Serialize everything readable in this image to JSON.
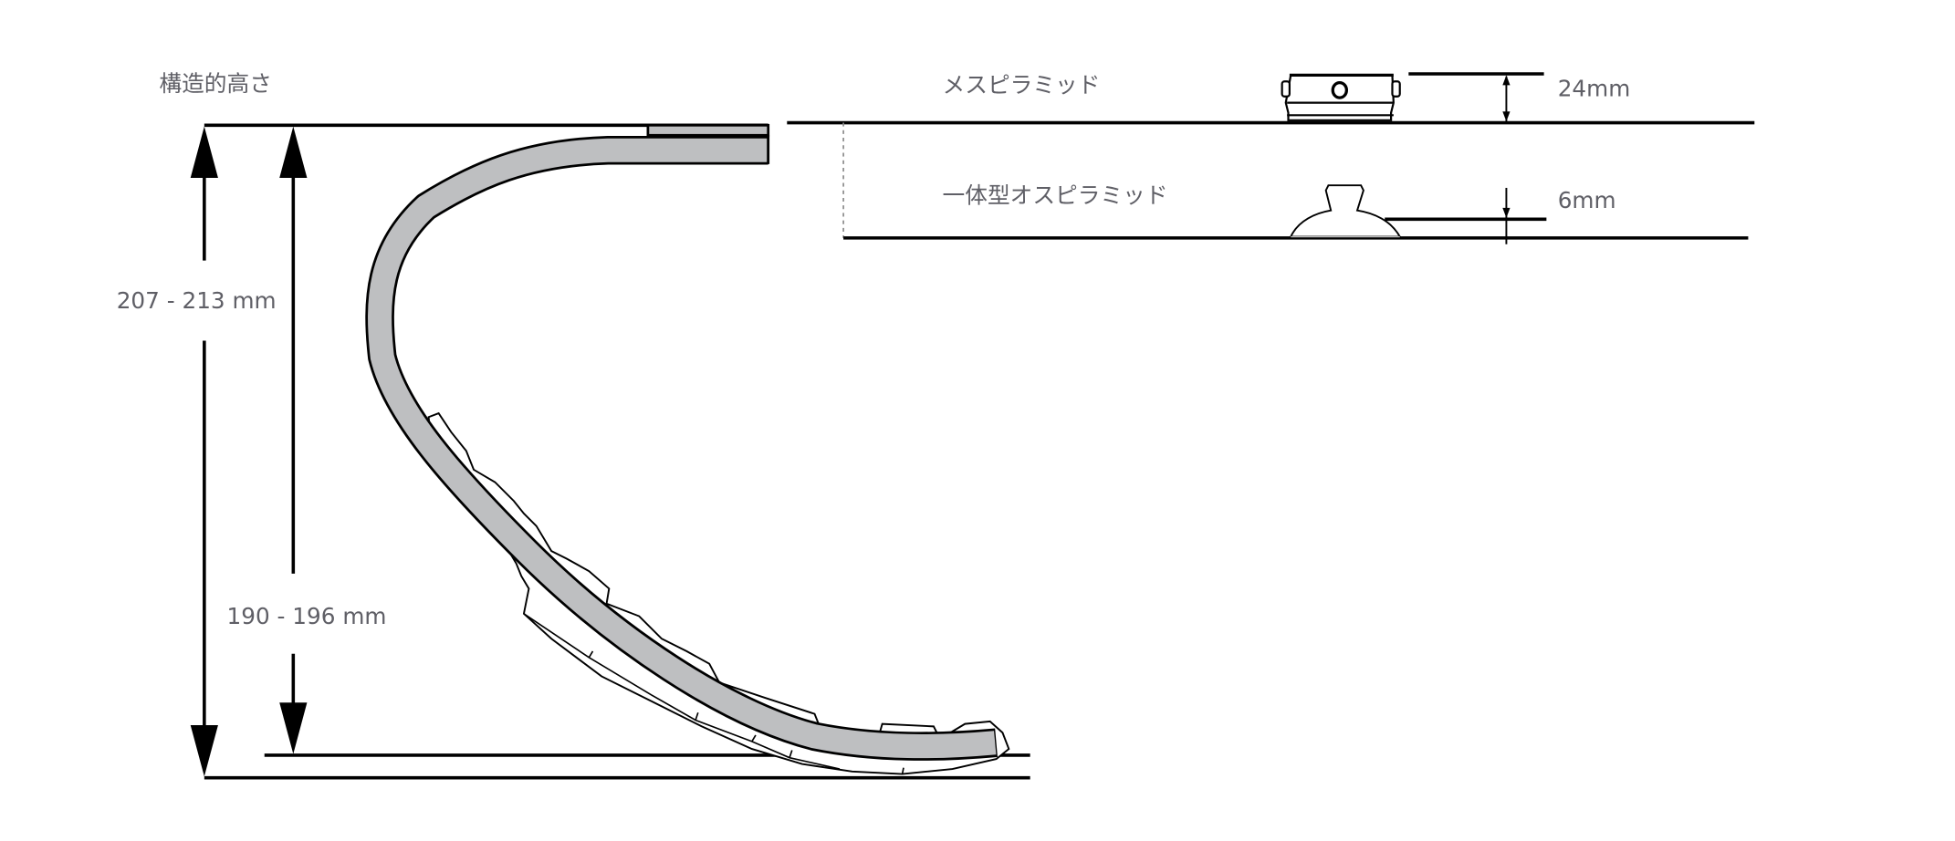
{
  "left_diagram": {
    "title": "構造的高さ",
    "outer_height_label": "207 - 213 mm",
    "inner_height_label": "190 - 196 mm"
  },
  "right_diagram": {
    "female_pyramid_label": "メスピラミッド",
    "female_pyramid_height": "24mm",
    "integrated_male_pyramid_label": "一体型オスピラミッド",
    "integrated_male_pyramid_height": "6mm"
  },
  "colors": {
    "blade_fill": "#bebfc1",
    "text": "#5f5f66"
  }
}
